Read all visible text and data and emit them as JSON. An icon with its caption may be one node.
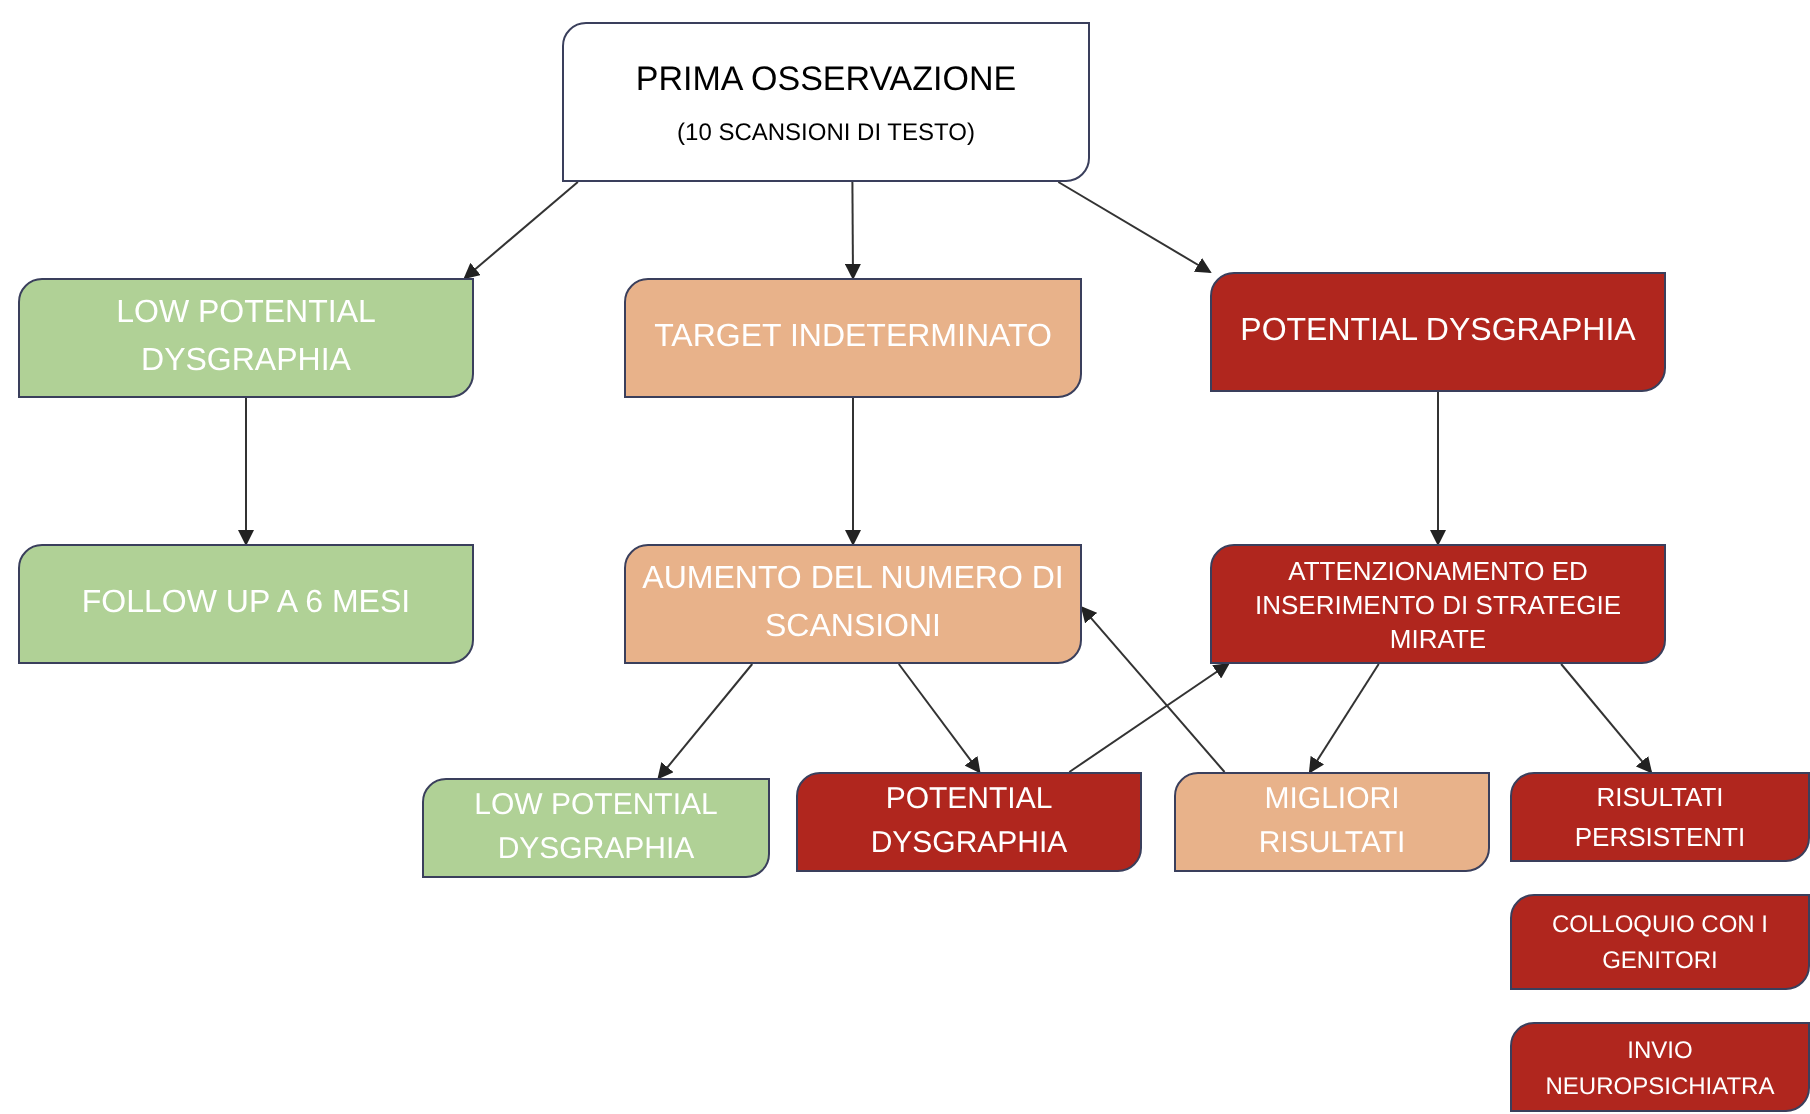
{
  "diagram": {
    "nodes": [
      {
        "text": [
          "PRIMA OSSERVAZIONE",
          "(10 SCANSIONI DI TESTO)"
        ]
      },
      {
        "text": [
          "LOW POTENTIAL DYSGRAPHIA"
        ]
      },
      {
        "text": [
          "TARGET INDETERMINATO"
        ]
      },
      {
        "text": [
          "POTENTIAL DYSGRAPHIA"
        ]
      },
      {
        "text": [
          "FOLLOW UP A 6 MESI"
        ]
      },
      {
        "text": [
          "AUMENTO DEL NUMERO DI SCANSIONI"
        ]
      },
      {
        "text": [
          "ATTENZIONAMENTO ED INSERIMENTO DI STRATEGIE MIRATE"
        ]
      },
      {
        "text": [
          "LOW POTENTIAL DYSGRAPHIA"
        ]
      },
      {
        "text": [
          "POTENTIAL DYSGRAPHIA"
        ]
      },
      {
        "text": [
          "MIGLIORI RISULTATI"
        ]
      },
      {
        "text": [
          "RISULTATI PERSISTENTI"
        ]
      },
      {
        "text": [
          "COLLOQUIO CON I GENITORI"
        ]
      },
      {
        "text": [
          "INVIO NEUROPSICHIATRA"
        ]
      }
    ],
    "edges": [
      {
        "from": 0,
        "to": 1,
        "arrow": "to"
      },
      {
        "from": 0,
        "to": 2,
        "arrow": "to"
      },
      {
        "from": 0,
        "to": 3,
        "arrow": "to"
      },
      {
        "from": 1,
        "to": 4,
        "arrow": "to"
      },
      {
        "from": 2,
        "to": 5,
        "arrow": "to"
      },
      {
        "from": 3,
        "to": 6,
        "arrow": "to"
      },
      {
        "from": 5,
        "to": 7,
        "arrow": "to"
      },
      {
        "from": 5,
        "to": 8,
        "arrow": "to"
      },
      {
        "from": 8,
        "to": 6,
        "arrow": "to"
      },
      {
        "from": 9,
        "to": 5,
        "arrow": "to"
      },
      {
        "from": 6,
        "to": 9,
        "arrow": "to"
      },
      {
        "from": 6,
        "to": 10,
        "arrow": "to"
      }
    ]
  }
}
